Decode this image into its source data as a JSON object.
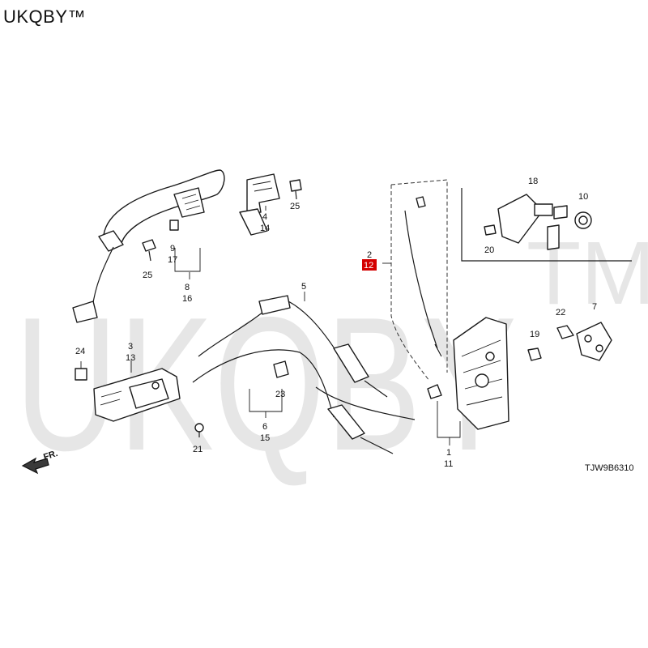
{
  "brand": {
    "text": "UKQBY™"
  },
  "watermark": {
    "text": "UKQBY",
    "mark": "TM",
    "color": "#e6e6e6"
  },
  "diagram_code": "TJW9B6310",
  "direction_label": "FR.",
  "highlight_color": "#d40000",
  "callouts": {
    "c1": "1",
    "c2": "2",
    "c3": "3",
    "c4": "4",
    "c5": "5",
    "c6": "6",
    "c7": "7",
    "c8": "8",
    "c9": "9",
    "c10": "10",
    "c11": "11",
    "c12": "12",
    "c13": "13",
    "c14": "14",
    "c15": "15",
    "c16": "16",
    "c17": "17",
    "c18": "18",
    "c19": "19",
    "c20": "20",
    "c21": "21",
    "c22": "22",
    "c23": "23",
    "c24": "24",
    "c25a": "25",
    "c25b": "25"
  }
}
